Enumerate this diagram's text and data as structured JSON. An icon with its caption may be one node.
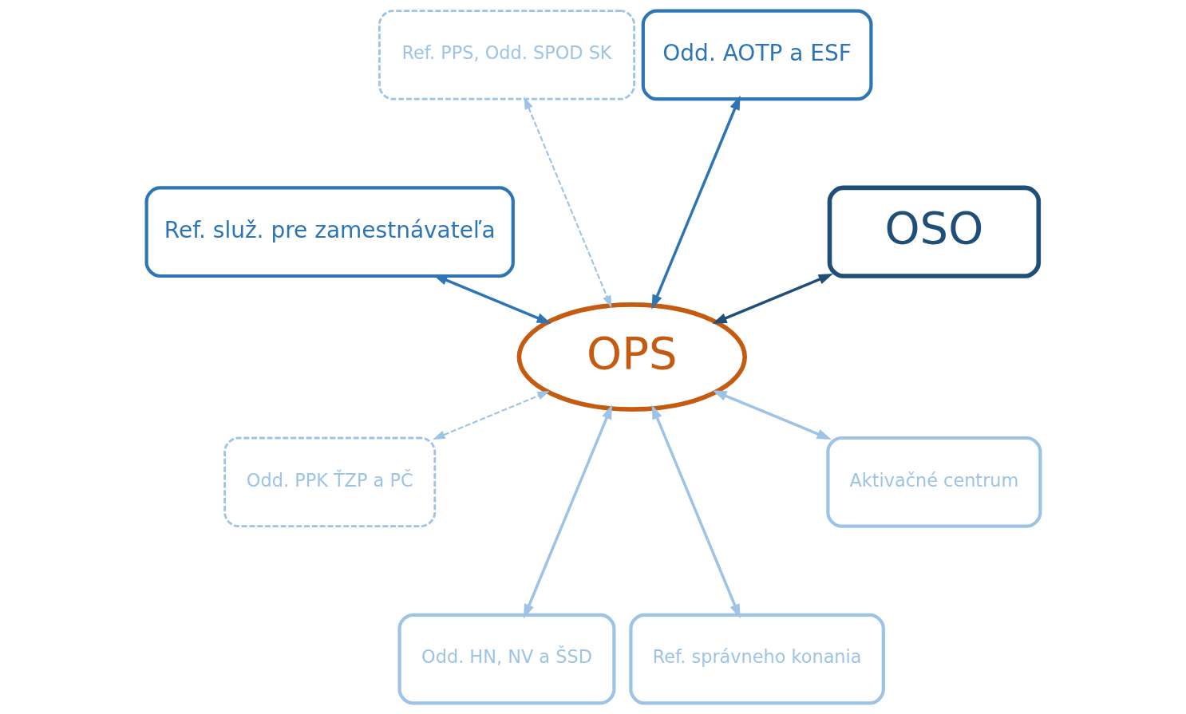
{
  "diagram": {
    "nodes": [
      {
        "text": [
          "OSO"
        ]
      },
      {
        "text": [
          "Odd. AOTP a ESF"
        ]
      },
      {
        "text": [
          "Ref. PPS, Odd. SPOD SK"
        ]
      },
      {
        "text": [
          "Ref. služ. pre zamestnávateľa"
        ]
      },
      {
        "text": [
          "OPS"
        ]
      },
      {
        "text": [
          "Odd. PPK ŤZP a PČ"
        ]
      },
      {
        "text": [
          "Odd. HN, NV a ŠSD"
        ]
      },
      {
        "text": [
          "Ref. správneho konania"
        ]
      },
      {
        "text": [
          "Aktivačné centrum"
        ]
      }
    ],
    "edges": [
      {
        "from": 0,
        "to": 4,
        "arrow": "both",
        "color": "#1f4e79"
      },
      {
        "from": 1,
        "to": 4,
        "arrow": "both",
        "color": "#2e75b6"
      },
      {
        "from": 2,
        "to": 4,
        "arrow": "both",
        "style": "dashed"
      },
      {
        "from": 3,
        "to": 4,
        "arrow": "both",
        "color": "#2e75b6"
      },
      {
        "from": 5,
        "to": 4,
        "arrow": "both",
        "style": "dashed"
      },
      {
        "from": 6,
        "to": 4,
        "arrow": "both"
      },
      {
        "from": 7,
        "to": 4,
        "arrow": "both"
      },
      {
        "from": 8,
        "to": 4,
        "arrow": "both"
      }
    ]
  }
}
